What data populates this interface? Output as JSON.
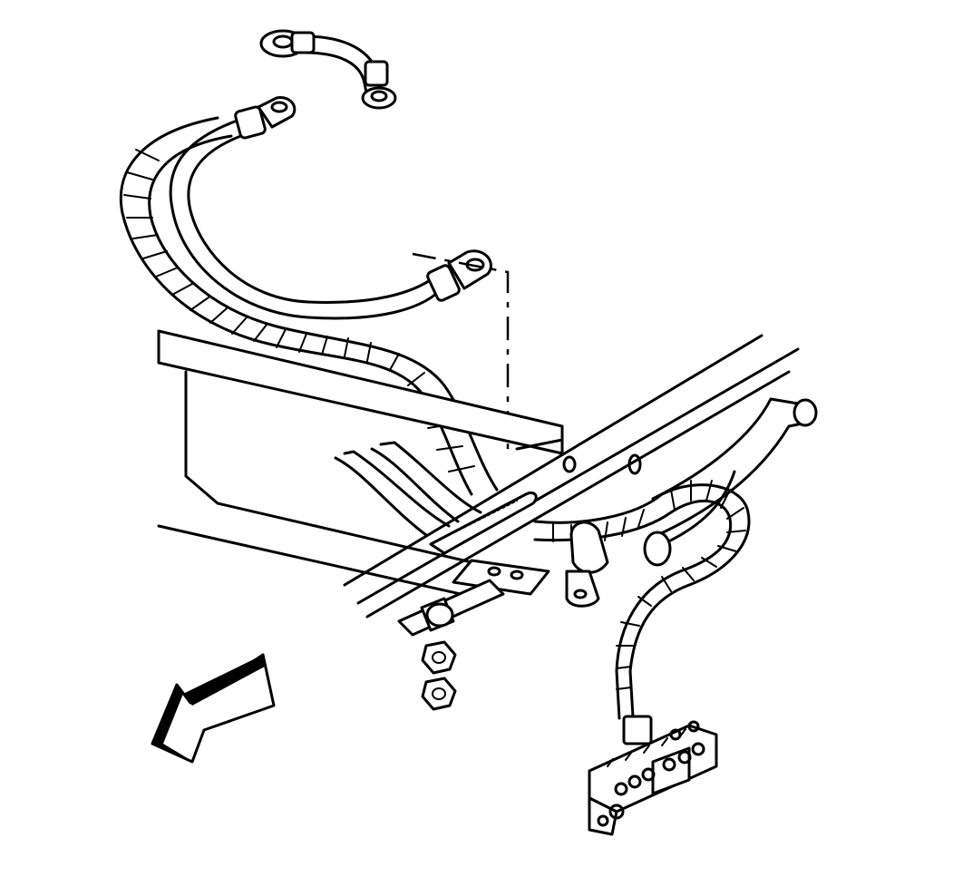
{
  "diagram": {
    "colors": {
      "line": "#000000",
      "background": "#ffffff"
    },
    "parts": [
      {
        "id": "short-ground-strap",
        "icon": "cable-icon"
      },
      {
        "id": "wrapped-battery-cable",
        "icon": "cable-icon"
      },
      {
        "id": "frame-rail",
        "icon": "frame-icon"
      },
      {
        "id": "ground-stud",
        "icon": "stud-icon"
      },
      {
        "id": "nuts",
        "icon": "nut-icon"
      },
      {
        "id": "junction-block",
        "icon": "terminal-block-icon"
      },
      {
        "id": "forward-arrow",
        "icon": "arrow-icon"
      }
    ]
  }
}
